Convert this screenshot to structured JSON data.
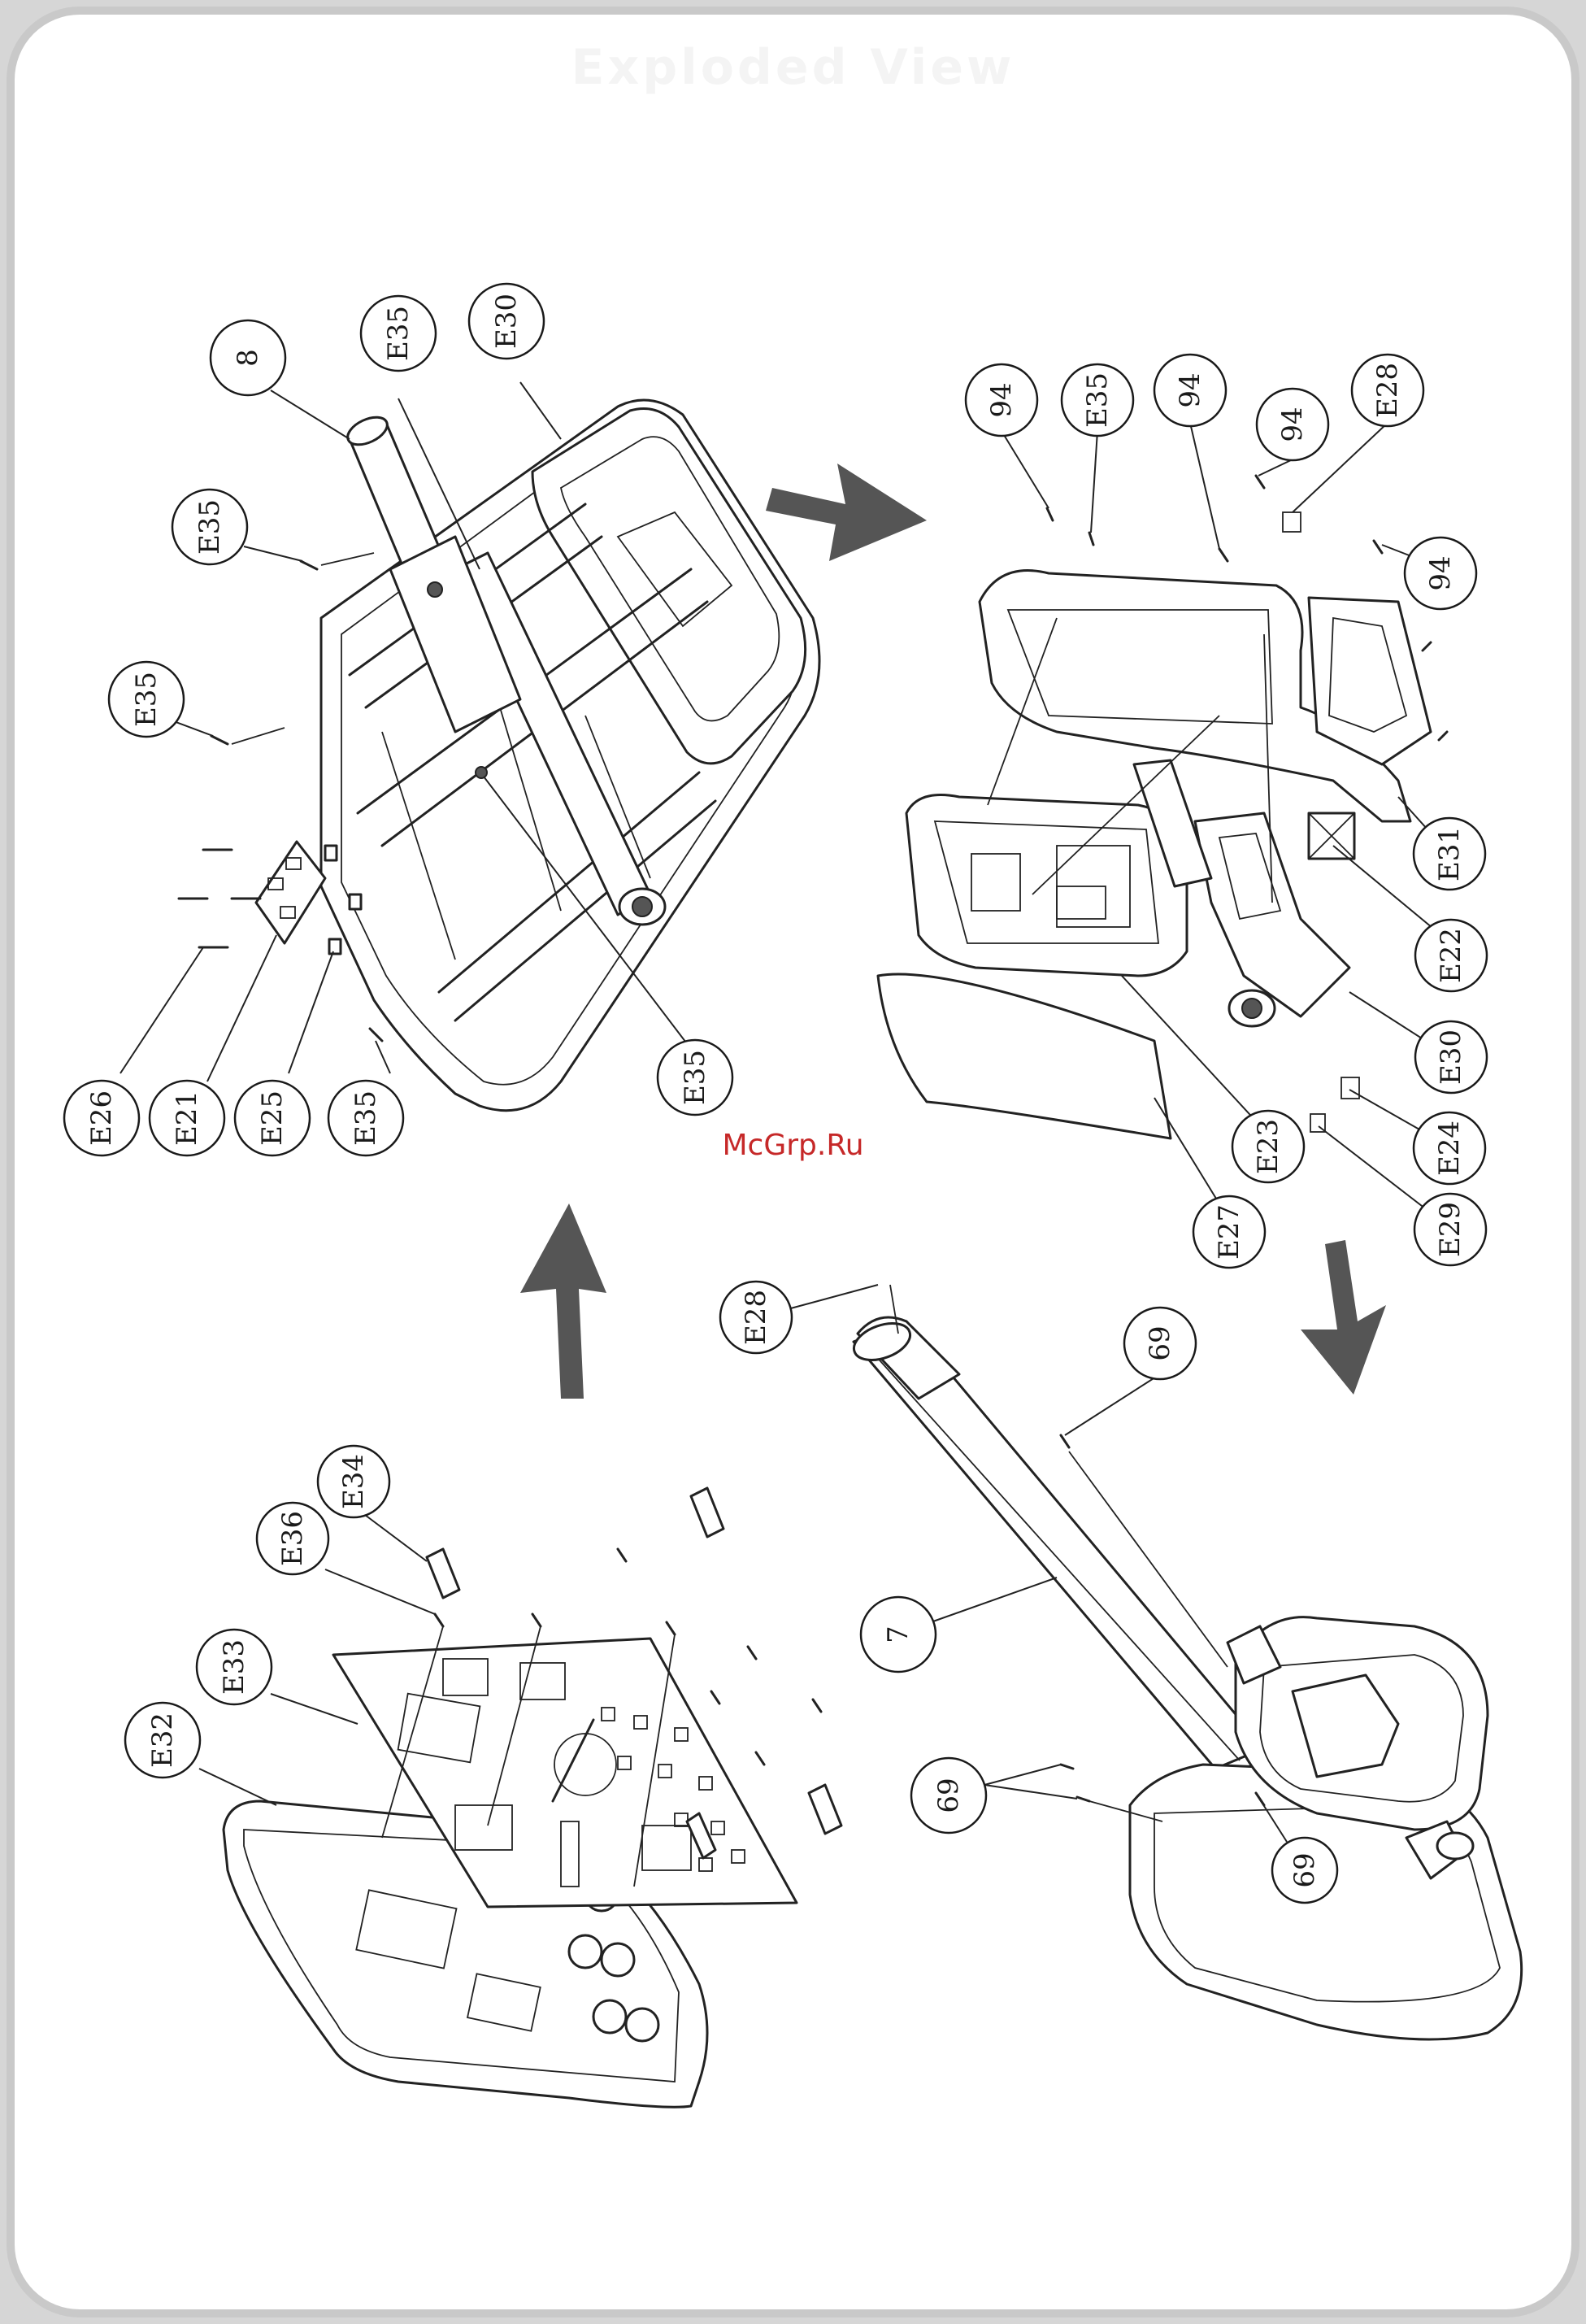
{
  "page": {
    "heading": "Exploded View",
    "watermark": "McGrp.Ru"
  },
  "colors": {
    "line": "#222222",
    "arrow": "#555555",
    "watermark": "#c62828",
    "frame": "#c9c9c9"
  },
  "callouts": [
    {
      "label": "8"
    },
    {
      "label": "E35"
    },
    {
      "label": "E30"
    },
    {
      "label": "E35"
    },
    {
      "label": "E35"
    },
    {
      "label": "E26"
    },
    {
      "label": "E21"
    },
    {
      "label": "E25"
    },
    {
      "label": "E35"
    },
    {
      "label": "E35"
    },
    {
      "label": "94"
    },
    {
      "label": "E35"
    },
    {
      "label": "94"
    },
    {
      "label": "94"
    },
    {
      "label": "E28"
    },
    {
      "label": "94"
    },
    {
      "label": "E31"
    },
    {
      "label": "E22"
    },
    {
      "label": "E30"
    },
    {
      "label": "E24"
    },
    {
      "label": "E23"
    },
    {
      "label": "E29"
    },
    {
      "label": "E27"
    },
    {
      "label": "E28"
    },
    {
      "label": "69"
    },
    {
      "label": "7"
    },
    {
      "label": "69"
    },
    {
      "label": "69"
    },
    {
      "label": "E34"
    },
    {
      "label": "E36"
    },
    {
      "label": "E33"
    },
    {
      "label": "E32"
    }
  ],
  "arrows": [
    {
      "name": "arrow-to-top-right"
    },
    {
      "name": "arrow-to-bottom-right"
    },
    {
      "name": "arrow-to-top-left"
    }
  ]
}
